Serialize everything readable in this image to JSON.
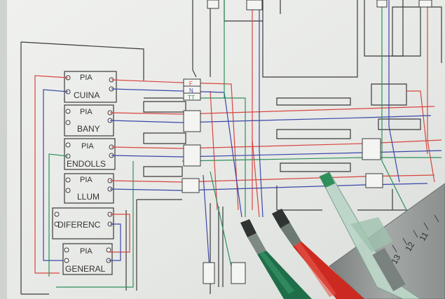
{
  "schematic": {
    "breakers": [
      {
        "top": "PIA",
        "bottom": "CUINA"
      },
      {
        "top": "PIA",
        "bottom": "BANY"
      },
      {
        "top": "PIA",
        "bottom": "ENDOLLS"
      },
      {
        "top": "PIA",
        "bottom": "LLUM"
      },
      {
        "top": "",
        "bottom": "DIFERENC"
      },
      {
        "top": "PIA",
        "bottom": "GENERAL"
      }
    ],
    "terminal_letters": [
      "F",
      "N",
      "TT"
    ]
  },
  "colors": {
    "paper": "#e9ebe8",
    "wire_red": "#d9453f",
    "wire_blue": "#3a47a8",
    "wire_green": "#2f8f5a",
    "line_black": "#3a3a3a",
    "pen_green": "#1f6e4a",
    "pen_red": "#cc2a20",
    "ruler": "#8e9390"
  },
  "objects": [
    "floor-plan-paper",
    "green-pen",
    "red-pen",
    "clear-green-pen",
    "metal-ruler"
  ],
  "ruler_marks": [
    "11",
    "12",
    "13"
  ]
}
